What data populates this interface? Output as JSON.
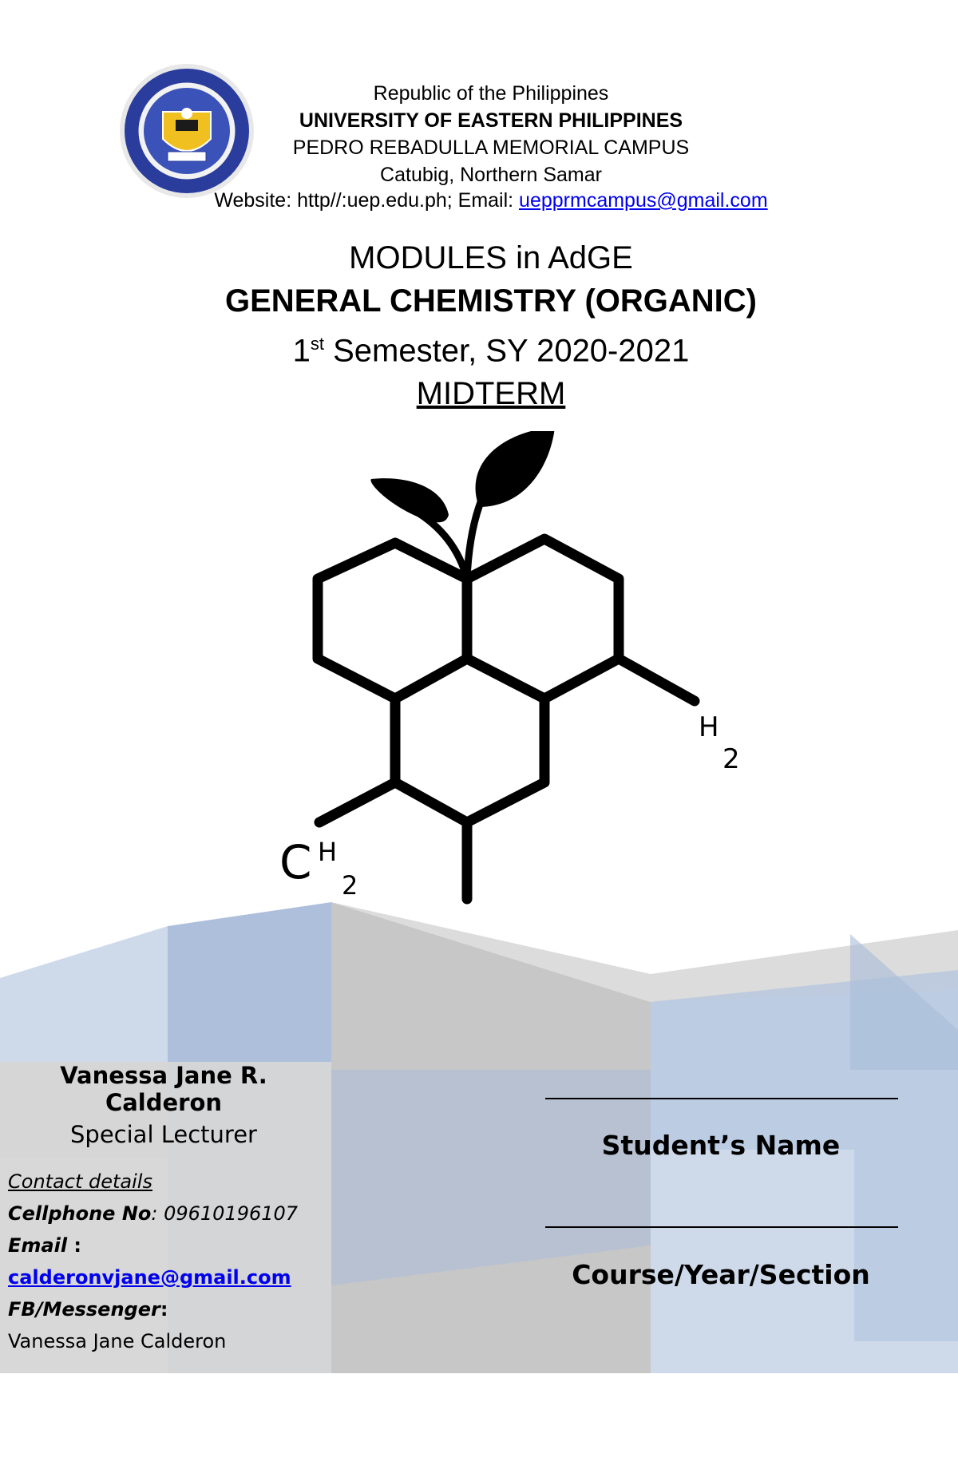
{
  "header": {
    "republic": "Republic of the Philippines",
    "university": "UNIVERSITY OF EASTERN PHILIPPINES",
    "campus": "PEDRO REBADULLA MEMORIAL CAMPUS",
    "location": "Catubig, Northern Samar",
    "website_prefix": "Website: http//:uep.edu.ph; Email: ",
    "website_email": "uepprmcampus@gmail.com"
  },
  "title": {
    "line1": "MODULES in AdGE",
    "line2": "GENERAL CHEMISTRY (ORGANIC)",
    "semester_num": "1",
    "semester_sup": "st",
    "semester_rest": " Semester, SY 2020-2021",
    "line4": "MIDTERM"
  },
  "molecule": {
    "label_h2_h": "H",
    "label_h2_2": "2",
    "label_ch2_c": "C",
    "label_ch2_h": "H",
    "label_ch2_2": "2"
  },
  "lecturer": {
    "name": "Vanessa Jane R. Calderon",
    "role": "Special Lecturer",
    "contact_heading": "Contact details",
    "cellphone_label": "Cellphone No",
    "cellphone_value": ": 09610196107",
    "email_label": "Email",
    "email_colon": " :",
    "email_value": "calderonvjane@gmail.com",
    "fb_label": "FB/Messenger",
    "fb_colon": ":",
    "fb_value": "Vanessa Jane Calderon"
  },
  "student": {
    "name_label": "Student’s Name",
    "course_label": "Course/Year/Section"
  },
  "colors": {
    "blue_light": "#c9d6e8",
    "blue_mid": "#a9bcd8",
    "gray_light": "#d6d6d6",
    "gray_mid": "#bdbdbd",
    "link": "#0000ee"
  }
}
